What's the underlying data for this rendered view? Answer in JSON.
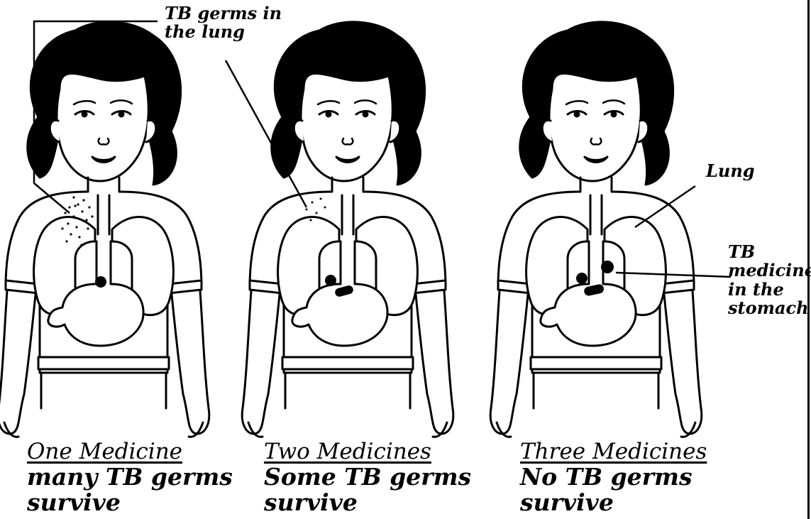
{
  "callouts": {
    "germs_in_lung": [
      "TB germs in",
      "the lung"
    ],
    "lung": "Lung",
    "medicines_in_stomach": [
      "TB",
      "medicines",
      "in the",
      "stomach"
    ]
  },
  "panels": [
    {
      "heading": "One Medicine",
      "line1": "many TB germs",
      "line2": "survive",
      "germ_level": "many",
      "pill_count": 1
    },
    {
      "heading": "Two Medicines",
      "line1": "Some TB germs",
      "line2": "survive",
      "germ_level": "some",
      "pill_count": 2
    },
    {
      "heading": "Three Medicines",
      "line1": "No TB germs",
      "line2": "survive",
      "germ_level": "none",
      "pill_count": 3
    }
  ]
}
